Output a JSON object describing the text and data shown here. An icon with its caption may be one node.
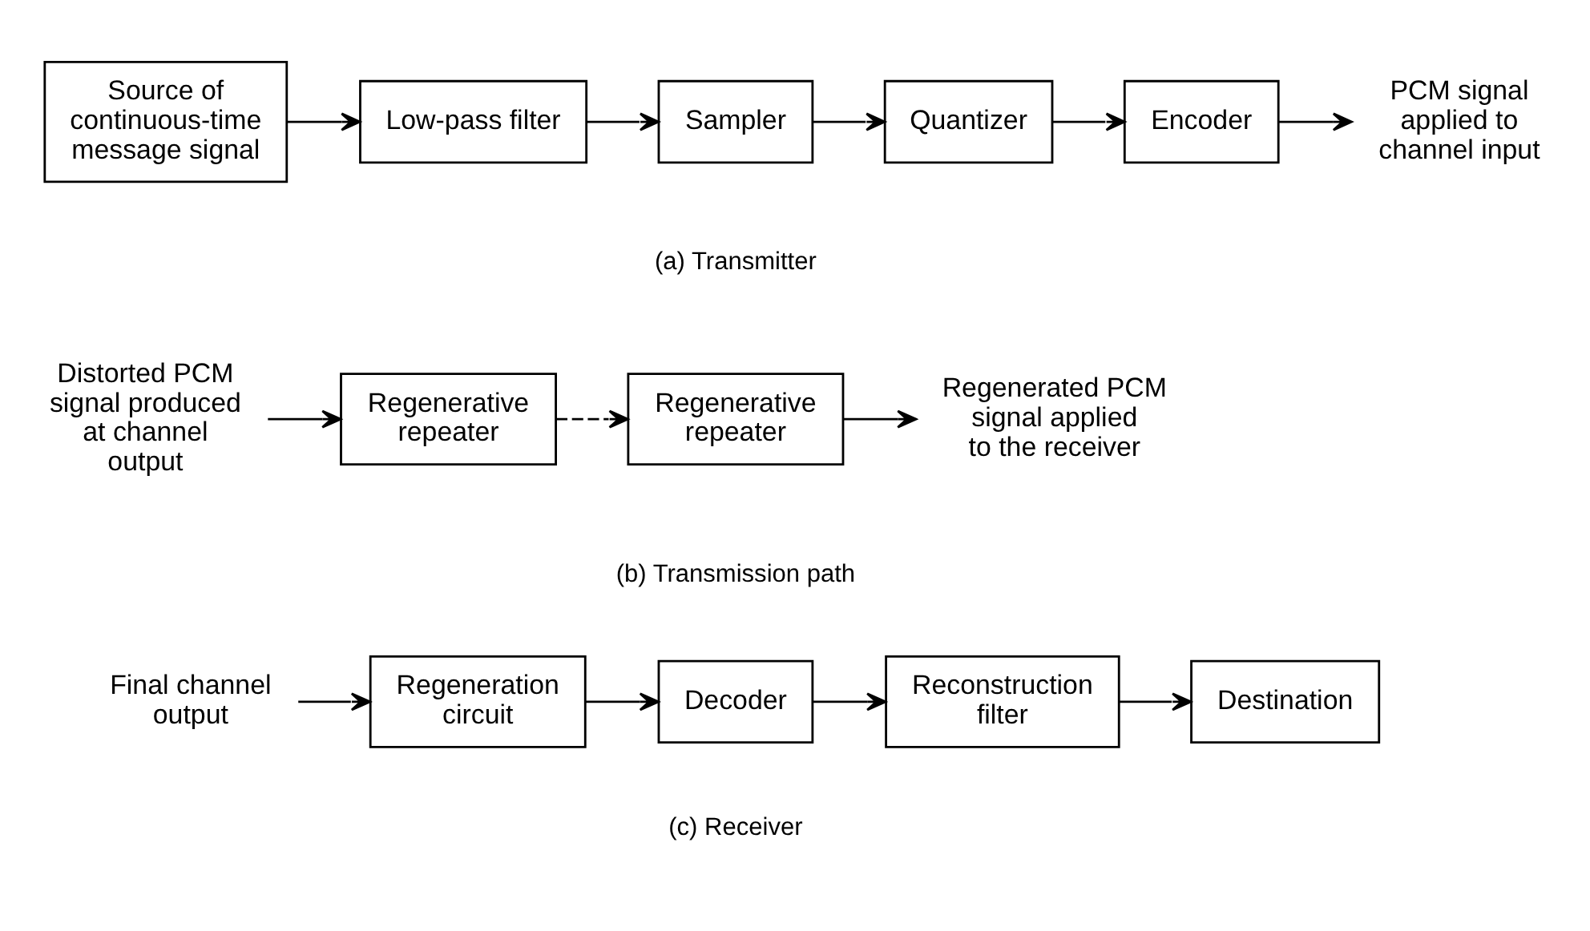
{
  "diagram": {
    "nodes": [
      {
        "text": [
          "Source of continuous-time message signal"
        ]
      },
      {
        "text": [
          "Low-pass filter"
        ]
      },
      {
        "text": [
          "Sampler"
        ]
      },
      {
        "text": [
          "Quantizer"
        ]
      },
      {
        "text": [
          "Encoder"
        ]
      },
      {
        "text": [
          "PCM signal applied to channel input"
        ]
      },
      {
        "text": [
          "Distorted PCM signal produced at channel output"
        ]
      },
      {
        "text": [
          "Regenerative repeater"
        ]
      },
      {
        "text": [
          "Regenerative repeater"
        ]
      },
      {
        "text": [
          "Regenerated PCM signal applied to the receiver"
        ]
      },
      {
        "text": [
          "Final channel output"
        ]
      },
      {
        "text": [
          "Regeneration circuit"
        ]
      },
      {
        "text": [
          "Decoder"
        ]
      },
      {
        "text": [
          "Reconstruction filter"
        ]
      },
      {
        "text": [
          "Destination"
        ]
      }
    ],
    "edges": [
      {
        "from": 0,
        "to": 1,
        "arrow": "to"
      },
      {
        "from": 1,
        "to": 2,
        "arrow": "to"
      },
      {
        "from": 2,
        "to": 3,
        "arrow": "to"
      },
      {
        "from": 3,
        "to": 4,
        "arrow": "to"
      },
      {
        "from": 4,
        "to": 5,
        "arrow": "to"
      },
      {
        "from": 6,
        "to": 7,
        "arrow": "to"
      },
      {
        "from": 7,
        "to": 8,
        "arrow": "to",
        "style": "dashed"
      },
      {
        "from": 8,
        "to": 9,
        "arrow": "to"
      },
      {
        "from": 10,
        "to": 11,
        "arrow": "to"
      },
      {
        "from": 11,
        "to": 12,
        "arrow": "to"
      },
      {
        "from": 12,
        "to": 13,
        "arrow": "to"
      },
      {
        "from": 13,
        "to": 14,
        "arrow": "to"
      }
    ],
    "labels": [
      "(a) Transmitter",
      "(b) Transmission path",
      "(c) Receiver"
    ]
  }
}
